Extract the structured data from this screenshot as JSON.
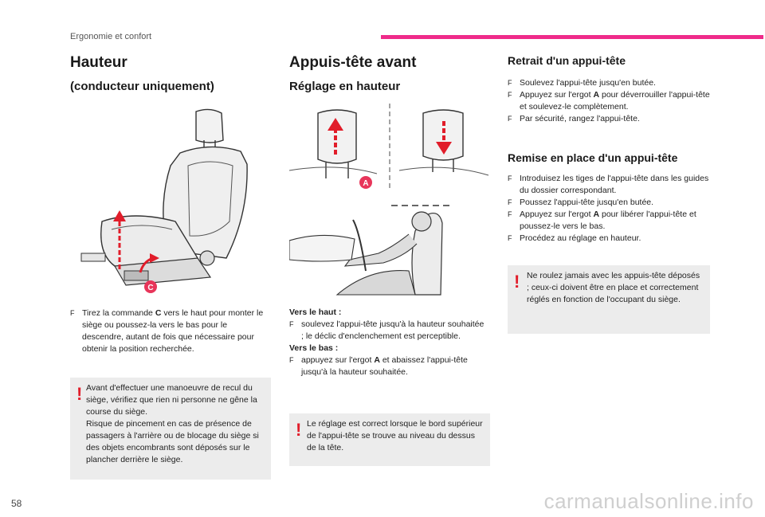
{
  "header": {
    "section": "Ergonomie et confort",
    "accent": "#ef2b8a"
  },
  "col1": {
    "title": "Hauteur",
    "subtitle": "(conducteur uniquement)",
    "callout": "C",
    "instruction": [
      "Tirez la commande ",
      "C",
      " vers le haut pour monter le siège ou poussez-la vers le bas pour le descendre, autant de fois que nécessaire pour obtenir la position recherchée."
    ],
    "warning": [
      "Avant d'effectuer une manoeuvre de recul du siège, vérifiez que rien ni personne ne gêne la course du siège.",
      "Risque de pincement en cas de présence de passagers à l'arrière ou de blocage du siège si des objets encombrants sont déposés sur le plancher derrière le siège."
    ]
  },
  "col2": {
    "title": "Appuis-tête avant",
    "subtitle": "Réglage en hauteur",
    "callout": "A",
    "up_label": "Vers le haut :",
    "up_text": "soulevez l'appui-tête jusqu'à la hauteur souhaitée ; le déclic d'enclenchement est perceptible.",
    "down_label": "Vers le bas :",
    "down_text": [
      "appuyez sur l'ergot ",
      "A",
      " et abaissez l'appui-tête jusqu'à la hauteur souhaitée."
    ],
    "warning": "Le réglage est correct lorsque le bord supérieur de l'appui-tête se trouve au niveau du dessus de la tête."
  },
  "col3": {
    "title": "Retrait d'un appui-tête",
    "steps": [
      [
        "Soulevez l'appui-tête jusqu'en butée.",
        "",
        ""
      ],
      [
        "Appuyez sur l'ergot ",
        "A",
        " pour déverrouiller l'appui-tête et soulevez-le complètement."
      ],
      [
        "Par sécurité, rangez l'appui-tête.",
        "",
        ""
      ]
    ],
    "title2": "Remise en place d'un appui-tête",
    "steps2": [
      [
        "Introduisez les tiges de l'appui-tête dans les guides du dossier correspondant.",
        "",
        ""
      ],
      [
        "Poussez l'appui-tête jusqu'en butée.",
        "",
        ""
      ],
      [
        "Appuyez sur l'ergot ",
        "A",
        " pour libérer l'appui-tête et poussez-le vers le bas."
      ],
      [
        "Procédez au réglage en hauteur.",
        "",
        ""
      ]
    ],
    "warning": "Ne roulez jamais avec les appuis-tête déposés ; ceux-ci doivent être en place et correctement réglés en fonction de l'occupant du siège."
  },
  "bullet_glyph": "F",
  "warning_glyph": "!",
  "footer": {
    "page": "58",
    "watermark": "carmanualsonline.info"
  }
}
